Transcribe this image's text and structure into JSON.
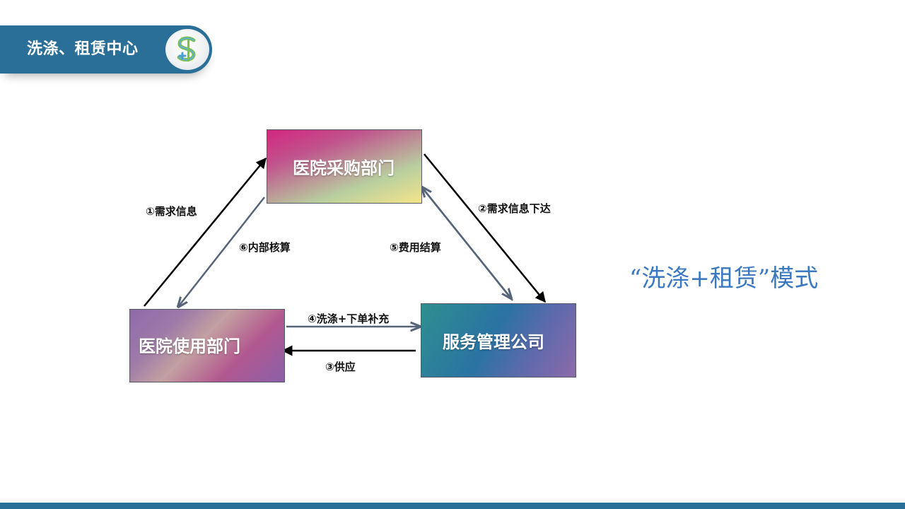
{
  "header": {
    "title": "洗涤、租赁中心"
  },
  "diagram": {
    "nodes": {
      "purchasing": "医院采购部门",
      "using": "医院使用部门",
      "service": "服务管理公司"
    },
    "edges": {
      "e1": "①需求信息",
      "e2": "②需求信息下达",
      "e3": "③供应",
      "e4": "④洗涤+下单补充",
      "e5": "⑤费用结算",
      "e6": "⑥内部核算"
    }
  },
  "model_title": "“洗涤+租赁”模式",
  "colors": {
    "brand": "#2a6f98",
    "title_blue": "#3a78c2",
    "arrow_black": "#000000",
    "arrow_gray": "#56647a"
  }
}
